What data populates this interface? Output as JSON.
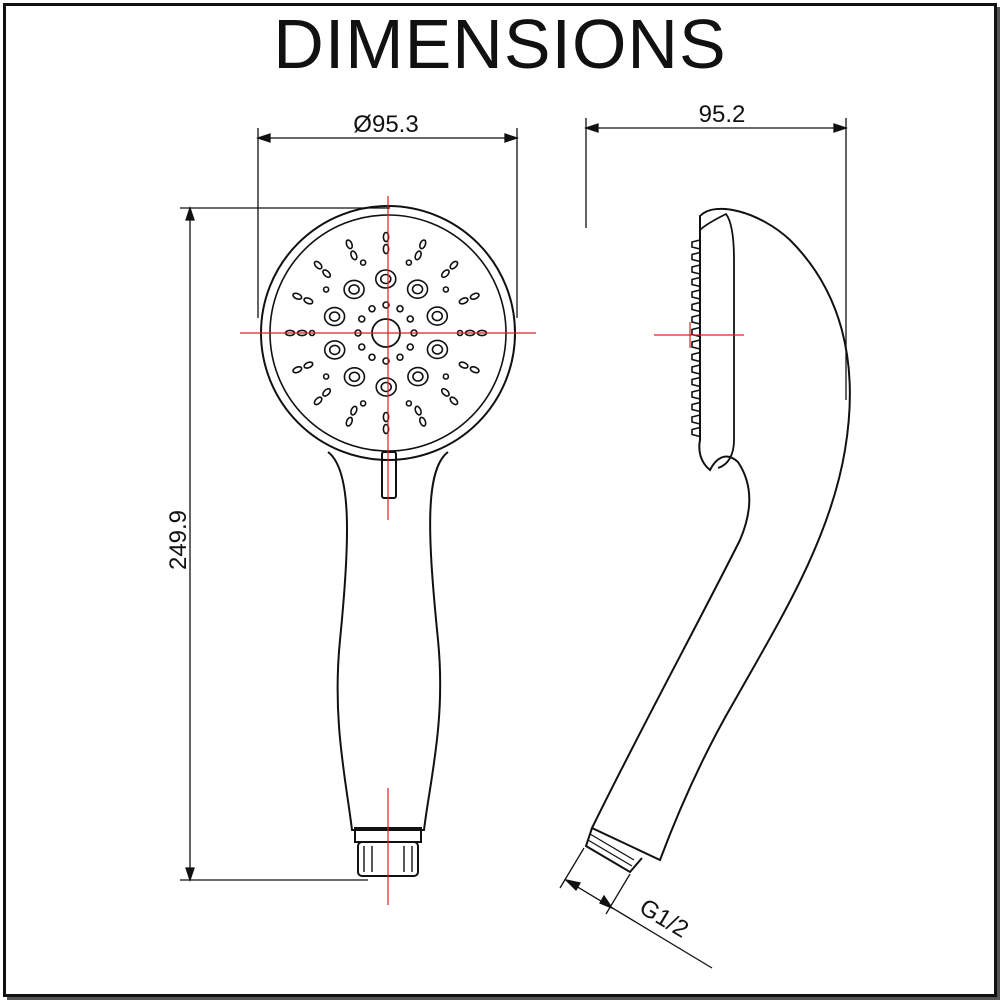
{
  "title": "DIMENSIONS",
  "dimensions": {
    "head_diameter": "Ø95.3",
    "side_depth": "95.2",
    "total_length": "249.9",
    "thread": "G1/2"
  },
  "colors": {
    "line": "#111111",
    "centerline": "#e02020"
  }
}
